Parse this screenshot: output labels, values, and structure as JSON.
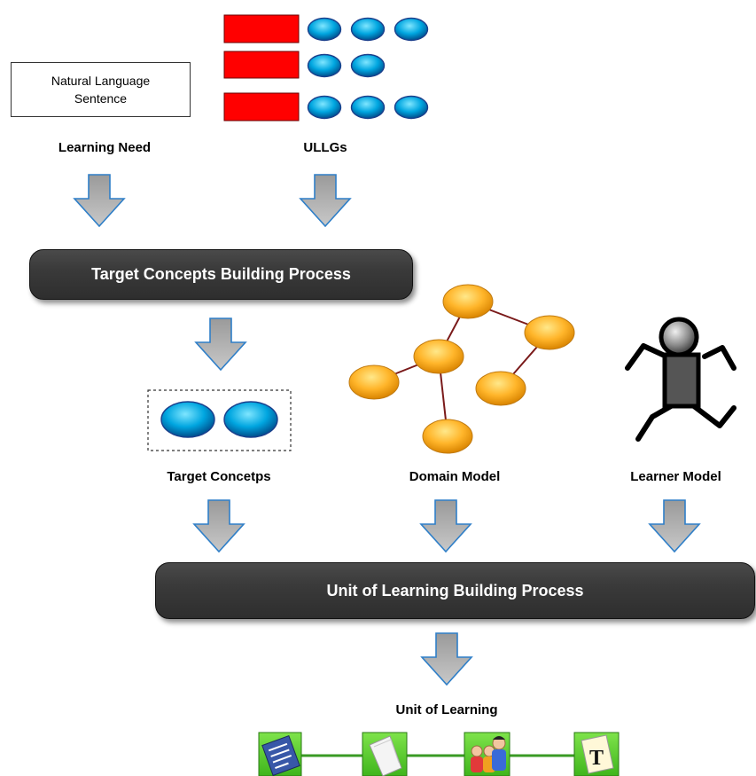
{
  "top": {
    "nl_line1": "Natural Language",
    "nl_line2": "Sentence",
    "learning_need": "Learning Need",
    "ullgs": "ULLGs"
  },
  "process1": "Target Concepts Building Process",
  "models": {
    "target_concepts": "Target Concetps",
    "domain_model": "Domain Model",
    "learner_model": "Learner Model"
  },
  "process2": "Unit of Learning Building Process",
  "unit_of_learning": "Unit of Learning",
  "ullgs_rows": [
    3,
    2,
    3
  ],
  "unit_icons": [
    "document-icon",
    "blank-page-icon",
    "people-icon",
    "text-tool-icon"
  ],
  "colors": {
    "red_rect": "#ff0000",
    "blue_ellipse": "#00a6e0",
    "orange_node": "#ffb52a",
    "edge": "#7a1a1a",
    "process_bg": "#3a3a3a",
    "icon_bg": "#5cd12a",
    "icon_link": "#3a9a24"
  }
}
